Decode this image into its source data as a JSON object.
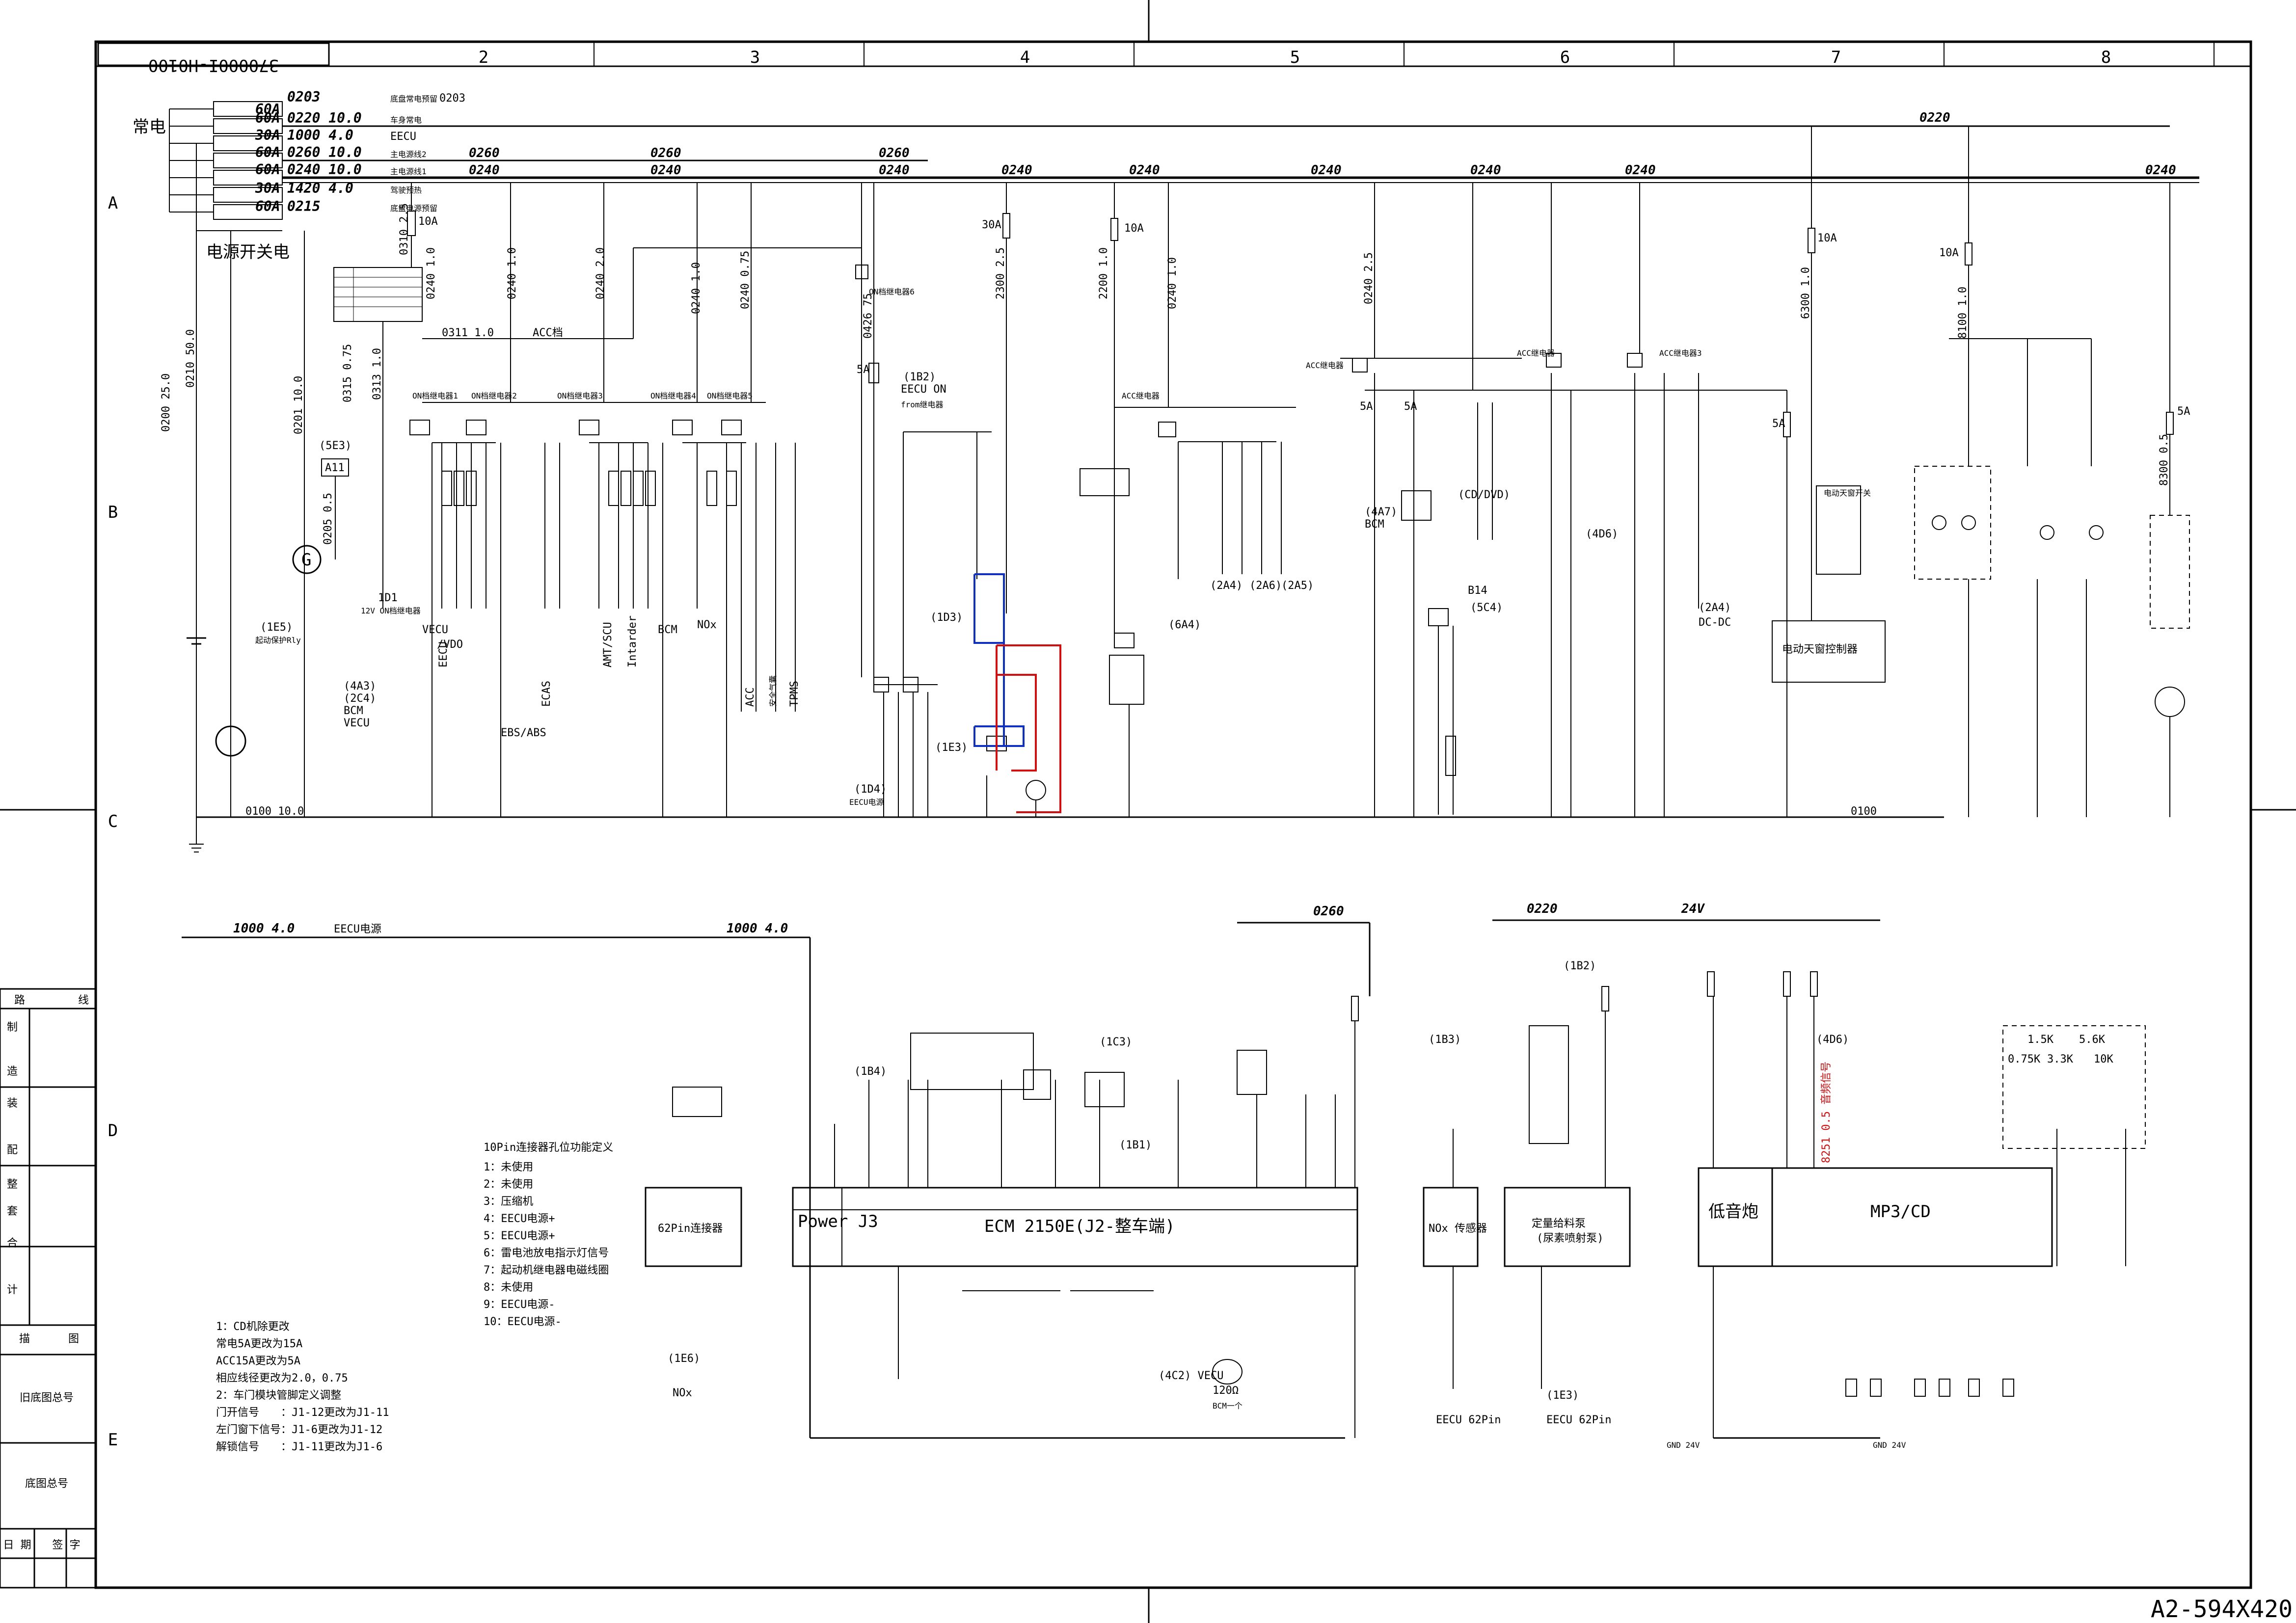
{
  "sheet": {
    "drawing_no": "370000I-H0100",
    "paper_size": "A2-594X420",
    "columns": [
      "2",
      "3",
      "4",
      "5",
      "6",
      "7",
      "8"
    ],
    "rows": [
      "A",
      "B",
      "C",
      "D",
      "E"
    ]
  },
  "title_block": {
    "items": [
      "路",
      "线",
      "制",
      "造",
      "装",
      "配",
      "整",
      "套",
      "合",
      "计",
      "描",
      "图",
      "旧底图总号",
      "底图总号",
      "日 期",
      "签 字"
    ]
  },
  "power": {
    "changdian_label": "常电",
    "switch_label": "电源开关电",
    "fuses": [
      {
        "rating": "60A",
        "wire": "0203",
        "note": "底盘常电预留",
        "wire2": "0203"
      },
      {
        "rating": "60A",
        "wire": "0220 10.0",
        "note": "车身常电"
      },
      {
        "rating": "30A",
        "wire": "1000 4.0",
        "note": "EECU"
      },
      {
        "rating": "60A",
        "wire": "0260 10.0",
        "note": "主电源线2"
      },
      {
        "rating": "60A",
        "wire": "0240 10.0",
        "note": "主电源线1"
      },
      {
        "rating": "30A",
        "wire": "1420 4.0",
        "note": "驾驶预热"
      },
      {
        "rating": "60A",
        "wire": "0215",
        "note": "底盘电源预留"
      }
    ]
  },
  "buses": {
    "b0220": "0220",
    "b0260": "0260",
    "b0240": "0240",
    "b0100": "0100 10.0",
    "b0100b": "0100",
    "b1000": "1000 4.0",
    "eecu": "EECU电源",
    "d0260": "0260",
    "d0220": "0220",
    "d24v": "24V",
    "acc": "ACC档",
    "on_relays": [
      "ON档继电器1",
      "ON档继电器2",
      "ON档继电器3",
      "ON档继电器4",
      "ON档继电器5",
      "ON档继电器6"
    ],
    "acc_relays": [
      "ACC继电器",
      "ACC继电器",
      "ACC继电器",
      "ACC继电器3"
    ]
  },
  "labels": {
    "wires_top": [
      "0200 25.0",
      "0210 50.0",
      "0201 10.0",
      "0205 0.5",
      "0315 0.75",
      "0313 1.0",
      "0311 1.0",
      "0310 2.5",
      "0240 1.0",
      "0240 1.0",
      "0240 2.0",
      "0240 1.0",
      "0240 0.75",
      "0426 75",
      "2300 2.5",
      "2200 1.0",
      "0240 1.0",
      "0240 2.5",
      "6300 1.0",
      "8100 1.0",
      "8300 0.5"
    ],
    "fuse_small": [
      "10A",
      "30A",
      "10A",
      "5A",
      "5A",
      "5A",
      "10A",
      "10A",
      "5A",
      "5A"
    ],
    "ids": [
      "(5E3)",
      "A11",
      "(1E5)",
      "起动保护Rly",
      "(4A3)",
      "(2C4)",
      "BCM",
      "VECU",
      "1D1",
      "12V ON档继电器",
      "(1B2)",
      "EECU ON",
      "from继电器",
      "(1D3)",
      "(1E3)",
      "(1D4)",
      "EECU电源",
      "(6A4)",
      "(2A4)",
      "(2A6)",
      "(2A5)",
      "(4A7)",
      "BCM",
      "(CD/DVD)",
      "(5C4)",
      "B14",
      "(4D6)",
      "(2A4)",
      "DC-DC",
      "电动天窗控制器",
      "电动天窗开关"
    ],
    "notes": [
      "VECU",
      "/VDO",
      "EECU",
      "EBS/ABS",
      "ECAS",
      "AMT/SCU",
      "Intarder",
      "BCM",
      "NOx",
      "ACC",
      "安全气囊",
      "TPMS"
    ],
    "lower": {
      "pin_title": "10Pin连接器孔位功能定义",
      "pins": [
        "1：未使用",
        "2：未使用",
        "3：压缩机",
        "4：EECU电源+",
        "5：EECU电源+",
        "6：雷电池放电指示灯信号",
        "7：起动机继电器电磁线圈",
        "8：未使用",
        "9：EECU电源-",
        "10：EECU电源-"
      ],
      "change_notes": [
        "1：CD机除更改",
        "常电5A更改为15A",
        "ACC15A更改为5A",
        "相应线径更改为2.0，0.75",
        "2：车门模块管脚定义调整",
        "门开信号　　：J1-12更改为J1-11",
        "左门窗下信号：J1-6更改为J1-12",
        "解锁信号　　：J1-11更改为J1-6"
      ],
      "ecm": "ECM 2150E(J2-整车端)",
      "power_j3": "Power J3",
      "conn62": "62Pin连接器",
      "nox": "NOx",
      "mp3": "MP3/CD",
      "subwoofer": "低音炮",
      "vecu": "(4C2) VECU",
      "term": "120Ω",
      "term2": "BCM一个",
      "ecu_62": "EECU 62Pin",
      "ecu_62b": "EECU 62Pin",
      "nox_sensor": "NOx 传感器",
      "dosing": "定量给料泵",
      "dosing2": "(尿素喷射泵)",
      "gnd": "GND 24V",
      "res": [
        "1.5K",
        "5.6K",
        "0.75K",
        "3.3K",
        "10K"
      ],
      "red_wire": "8251 0.5 音频信号",
      "ids": [
        "(1B4)",
        "(1C3)",
        "(1B1)",
        "(1B3)",
        "(1B2)",
        "(4D6)",
        "(1E6)",
        "(1E3)"
      ]
    }
  },
  "colors": {
    "line": "#000000",
    "red": "#d01010",
    "blue": "#1030c0"
  }
}
